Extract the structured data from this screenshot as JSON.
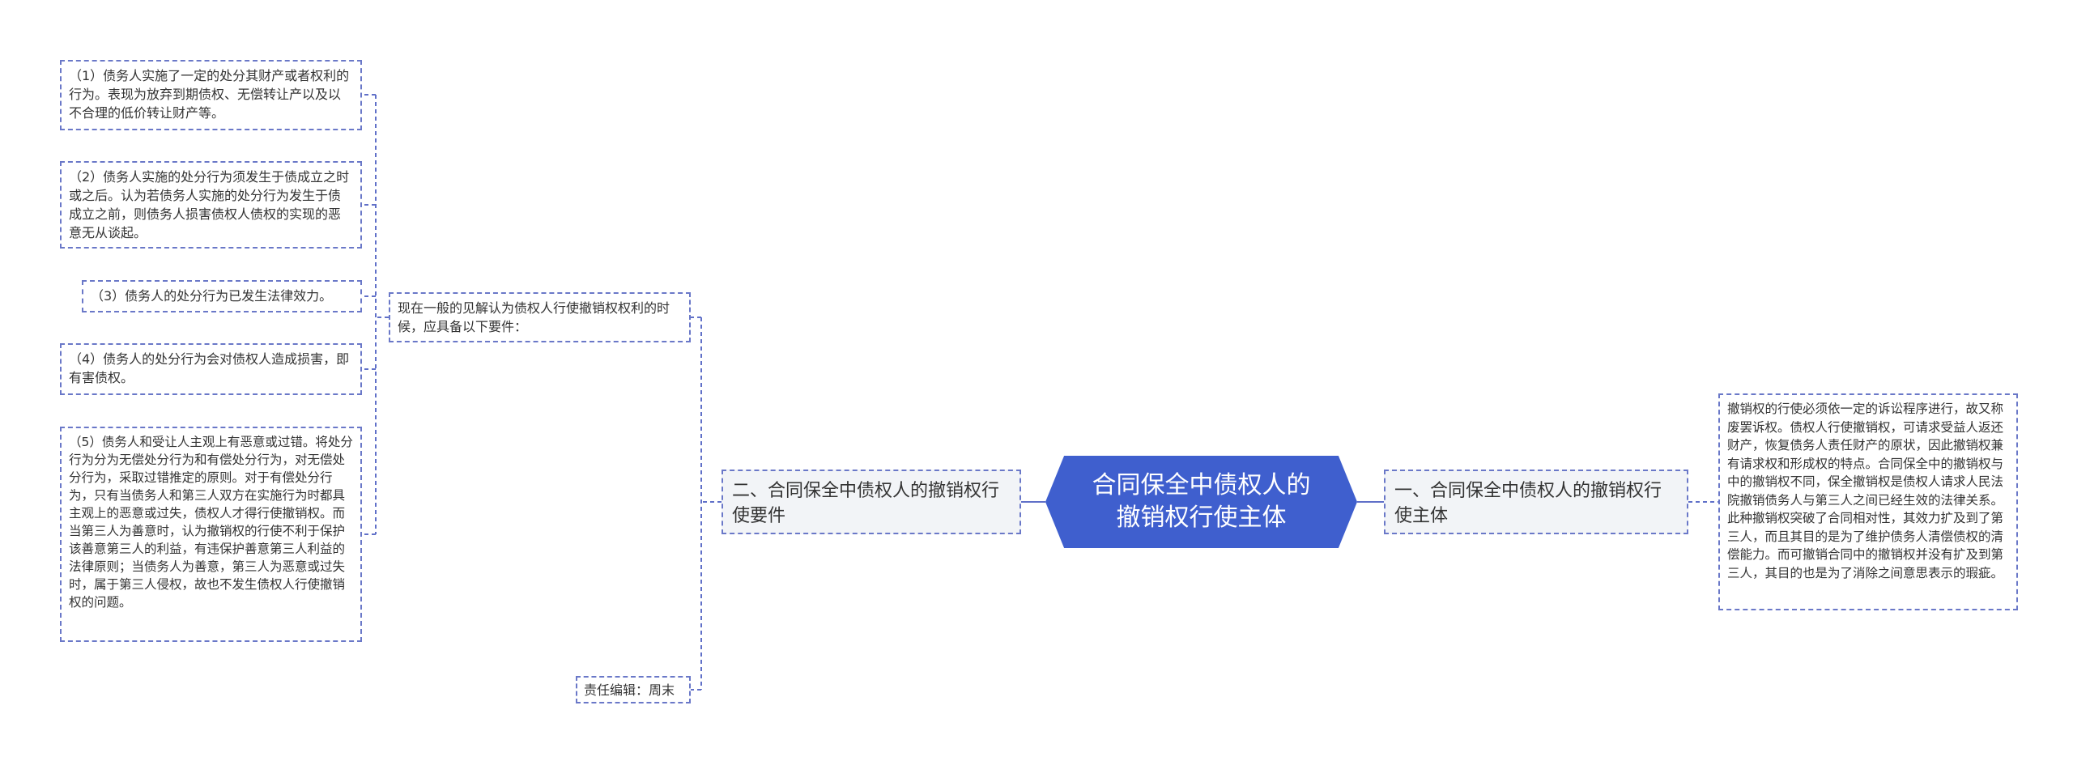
{
  "root": {
    "title": "合同保全中债权人的撤销权行使主体"
  },
  "right_branch": {
    "label": "一、合同保全中债权人的撤销权行使主体",
    "detail": "撤销权的行使必须依一定的诉讼程序进行，故又称废罢诉权。债权人行使撤销权，可请求受益人返还财产，恢复债务人责任财产的原状，因此撤销权兼有请求权和形成权的特点。合同保全中的撤销权与中的撤销权不同，保全撤销权是债权人请求人民法院撤销债务人与第三人之间已经生效的法律关系。此种撤销权突破了合同相对性，其效力扩及到了第三人，而且其目的是为了维护债务人清偿债权的清偿能力。而可撤销合同中的撤销权并没有扩及到第三人，其目的也是为了消除之间意思表示的瑕疵。"
  },
  "left_branch": {
    "label": "二、合同保全中债权人的撤销权行使要件",
    "intro": "现在一般的见解认为债权人行使撤销权权利的时候，应具备以下要件：",
    "conditions": [
      "（1）债务人实施了一定的处分其财产或者权利的行为。表现为放弃到期债权、无偿转让产以及以不合理的低价转让财产等。",
      "（2）债务人实施的处分行为须发生于债成立之时或之后。认为若债务人实施的处分行为发生于债成立之前，则债务人损害债权人债权的实现的恶意无从谈起。",
      "（3）债务人的处分行为已发生法律效力。",
      "（4）债务人的处分行为会对债权人造成损害，即有害债权。",
      "（5）债务人和受让人主观上有恶意或过错。将处分行为分为无偿处分行为和有偿处分行为，对无偿处分行为，采取过错推定的原则。对于有偿处分行为，只有当债务人和第三人双方在实施行为时都具主观上的恶意或过失，债权人才得行使撤销权。而当第三人为善意时，认为撤销权的行使不利于保护该善意第三人的利益，有违保护善意第三人利益的法律原则；当债务人为善意，第三人为恶意或过失时，属于第三人侵权，故也不发生债权人行使撤销权的问题。"
    ],
    "editor": "责任编辑：周末"
  },
  "colors": {
    "root_fill": "#3f5fce",
    "border": "#6a78c8",
    "branch_fill": "#f2f4f7"
  }
}
